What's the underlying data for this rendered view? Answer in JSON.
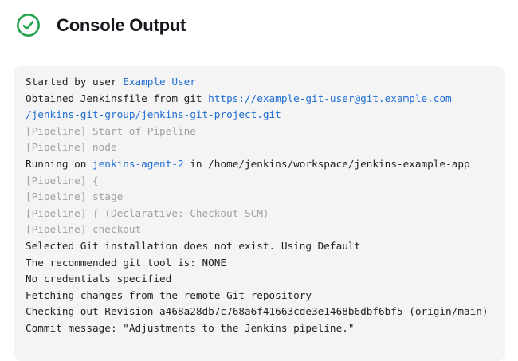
{
  "header": {
    "title": "Console Output",
    "status_icon": "success-check",
    "status_color": "#1FA34B",
    "title_color": "#15171c"
  },
  "console": {
    "background": "#f4f4f4",
    "text_color": "#1e2022",
    "muted_color": "#a0a1a6",
    "link_color": "#1f6ed4",
    "lines": [
      {
        "segments": [
          {
            "text": "Started by user ",
            "style": "plain"
          },
          {
            "text": "Example User",
            "style": "link"
          }
        ]
      },
      {
        "segments": [
          {
            "text": "Obtained Jenkinsfile from git ",
            "style": "plain"
          },
          {
            "text": "https://example-git-user@git.example.com",
            "style": "link"
          }
        ]
      },
      {
        "segments": [
          {
            "text": "/jenkins-git-group/jenkins-git-project.git",
            "style": "link"
          }
        ]
      },
      {
        "segments": [
          {
            "text": "[Pipeline] Start of Pipeline",
            "style": "muted"
          }
        ]
      },
      {
        "segments": [
          {
            "text": "[Pipeline] node",
            "style": "muted"
          }
        ]
      },
      {
        "segments": [
          {
            "text": "Running on ",
            "style": "plain"
          },
          {
            "text": "jenkins-agent-2",
            "style": "link"
          },
          {
            "text": " in /home/jenkins/workspace/jenkins-example-app",
            "style": "plain"
          }
        ]
      },
      {
        "segments": [
          {
            "text": "[Pipeline] {",
            "style": "muted"
          }
        ]
      },
      {
        "segments": [
          {
            "text": "[Pipeline] stage",
            "style": "muted"
          }
        ]
      },
      {
        "segments": [
          {
            "text": "[Pipeline] { (Declarative: Checkout SCM)",
            "style": "muted"
          }
        ]
      },
      {
        "segments": [
          {
            "text": "[Pipeline] checkout",
            "style": "muted"
          }
        ]
      },
      {
        "segments": [
          {
            "text": "Selected Git installation does not exist. Using Default",
            "style": "plain"
          }
        ]
      },
      {
        "segments": [
          {
            "text": "The recommended git tool is: NONE",
            "style": "plain"
          }
        ]
      },
      {
        "segments": [
          {
            "text": "No credentials specified",
            "style": "plain"
          }
        ]
      },
      {
        "segments": [
          {
            "text": "Fetching changes from the remote Git repository",
            "style": "plain"
          }
        ]
      },
      {
        "segments": [
          {
            "text": "Checking out Revision a468a28db7c768a6f41663cde3e1468b6dbf6bf5 (origin/main)",
            "style": "plain"
          }
        ]
      },
      {
        "segments": [
          {
            "text": "Commit message: \"Adjustments to the Jenkins pipeline.\"",
            "style": "plain"
          }
        ]
      }
    ]
  }
}
